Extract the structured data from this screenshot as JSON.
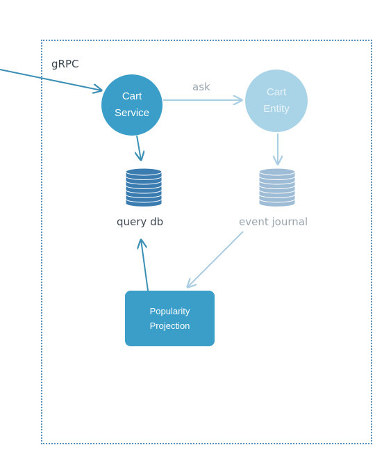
{
  "labels": {
    "grpc": "gRPC",
    "ask": "ask",
    "query_db": "query db",
    "event_journal": "event journal"
  },
  "nodes": {
    "cart_service": {
      "line1": "Cart",
      "line2": "Service"
    },
    "cart_entity": {
      "line1": "Cart",
      "line2": "Entity"
    },
    "popularity_projection": {
      "line1": "Popularity",
      "line2": "Projection"
    }
  },
  "colors": {
    "primary": "#3a9ec9",
    "faded": "#a9d3e6",
    "db_dark": "#3a7bb0",
    "db_light": "#9fbcd6",
    "arrow_dark": "#3a8fb5",
    "arrow_light": "#a9cde2",
    "text_dark": "#3c4650",
    "text_light": "#9aa6b0",
    "border": "#5a8fbd"
  }
}
